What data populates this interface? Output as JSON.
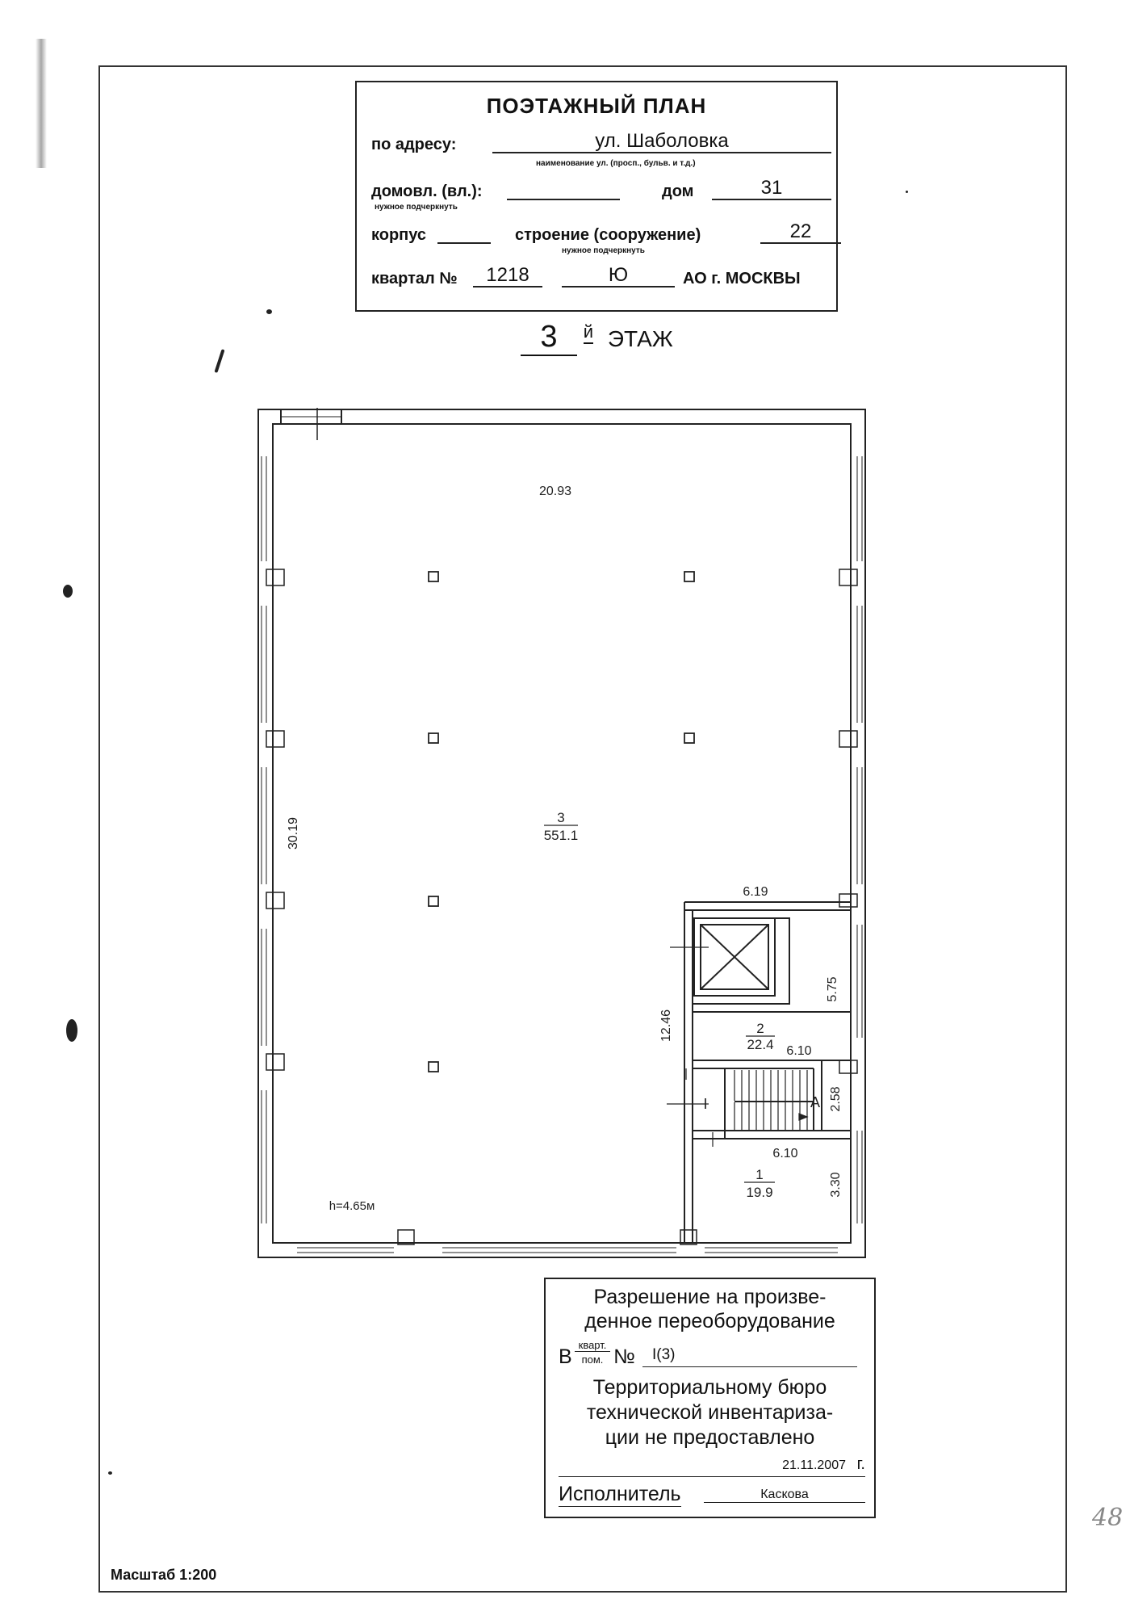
{
  "title_block": {
    "title": "ПОЭТАЖНЫЙ ПЛАН",
    "address_label": "по адресу:",
    "street": "ул. Шаболовка",
    "street_hint": "наименование ул. (просп., бульв. и т.д.)",
    "domovl_label": "домовл. (вл.):",
    "domovl_value": "",
    "underline_hint": "нужное подчеркнуть",
    "dom_label": "дом",
    "dom_value": "31",
    "korpus_label": "корпус",
    "korpus_value": "",
    "stroenie_label": "строение (сооружение)",
    "stroenie_value": "22",
    "kvartal_label": "квартал №",
    "kvartal_value": "1218",
    "okrug_value": "Ю",
    "city_suffix": "АО г. МОСКВЫ"
  },
  "floor": {
    "number": "3",
    "suffix": "й",
    "word": "ЭТАЖ"
  },
  "plan": {
    "dim_top_width": "20.93",
    "dim_left_height": "30.19",
    "room_main_number": "3",
    "room_main_area": "551.1",
    "dim_core_top": "6.19",
    "dim_core_right": "5.75",
    "dim_core_height": "12.46",
    "room_2_number": "2",
    "room_2_area": "22.4",
    "dim_room2_width": "6.10",
    "stair_label": "I",
    "stair_mark": "A",
    "dim_stair_height": "2.58",
    "dim_room1_width": "6.10",
    "room_1_number": "1",
    "room_1_area": "19.9",
    "dim_room1_height": "3.30",
    "ceiling_height": "h=4.65м"
  },
  "stamp": {
    "line1": "Разрешение на произве-",
    "line2": "денное переоборудование",
    "b_prefix": "В",
    "frac_top": "кварт.",
    "frac_bottom": "пом.",
    "no_label": "№",
    "no_value": "I(3)",
    "line4": "Территориальному бюро",
    "line5": "технической инвентариза-",
    "line6": "ции не предоставлено",
    "date": "21.11.2007",
    "date_suffix": "г.",
    "executor_label": "Исполнитель",
    "executor_name": "Каскова"
  },
  "scale_text": "Масштаб 1:200",
  "page_number": "48"
}
